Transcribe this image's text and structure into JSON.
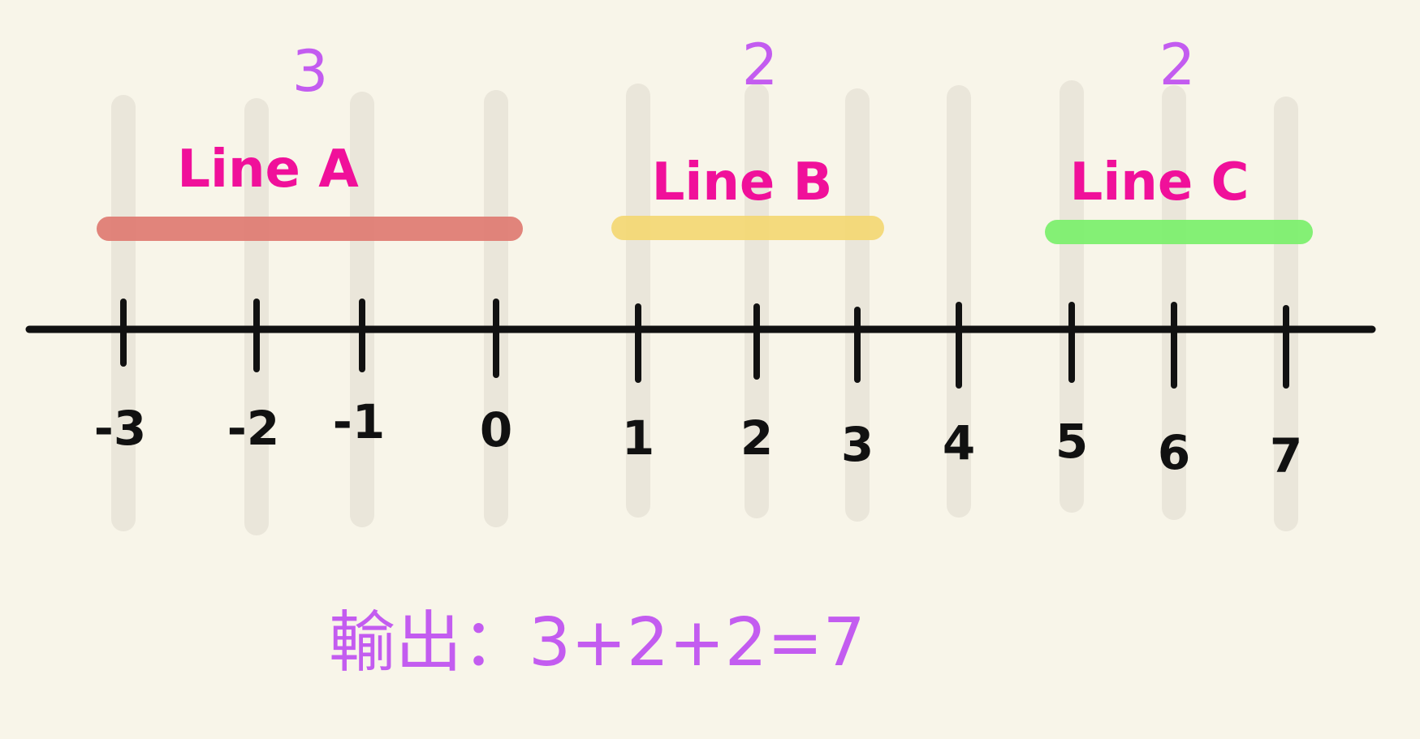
{
  "axis": {
    "ticks": [
      {
        "value": -3,
        "label": "-3"
      },
      {
        "value": -2,
        "label": "-2"
      },
      {
        "value": -1,
        "label": "-1"
      },
      {
        "value": 0,
        "label": "0"
      },
      {
        "value": 1,
        "label": "1"
      },
      {
        "value": 2,
        "label": "2"
      },
      {
        "value": 3,
        "label": "3"
      },
      {
        "value": 4,
        "label": "4"
      },
      {
        "value": 5,
        "label": "5"
      },
      {
        "value": 6,
        "label": "6"
      },
      {
        "value": 7,
        "label": "7"
      }
    ]
  },
  "segments": [
    {
      "label": "Line A",
      "start": -3,
      "end": 0,
      "count": "3",
      "color": "#e07b72"
    },
    {
      "label": "Line B",
      "start": 1,
      "end": 3,
      "count": "2",
      "color": "#f4d874"
    },
    {
      "label": "Line C",
      "start": 5,
      "end": 7,
      "count": "2",
      "color": "#7bf06c"
    }
  ],
  "output": {
    "text": "輸出：3+2+2=7"
  },
  "colors": {
    "background": "#f8f5e9",
    "axis": "#111111",
    "guide": "#e8e4d8",
    "line_label": "#f0109a",
    "count_label": "#c35cf0"
  }
}
